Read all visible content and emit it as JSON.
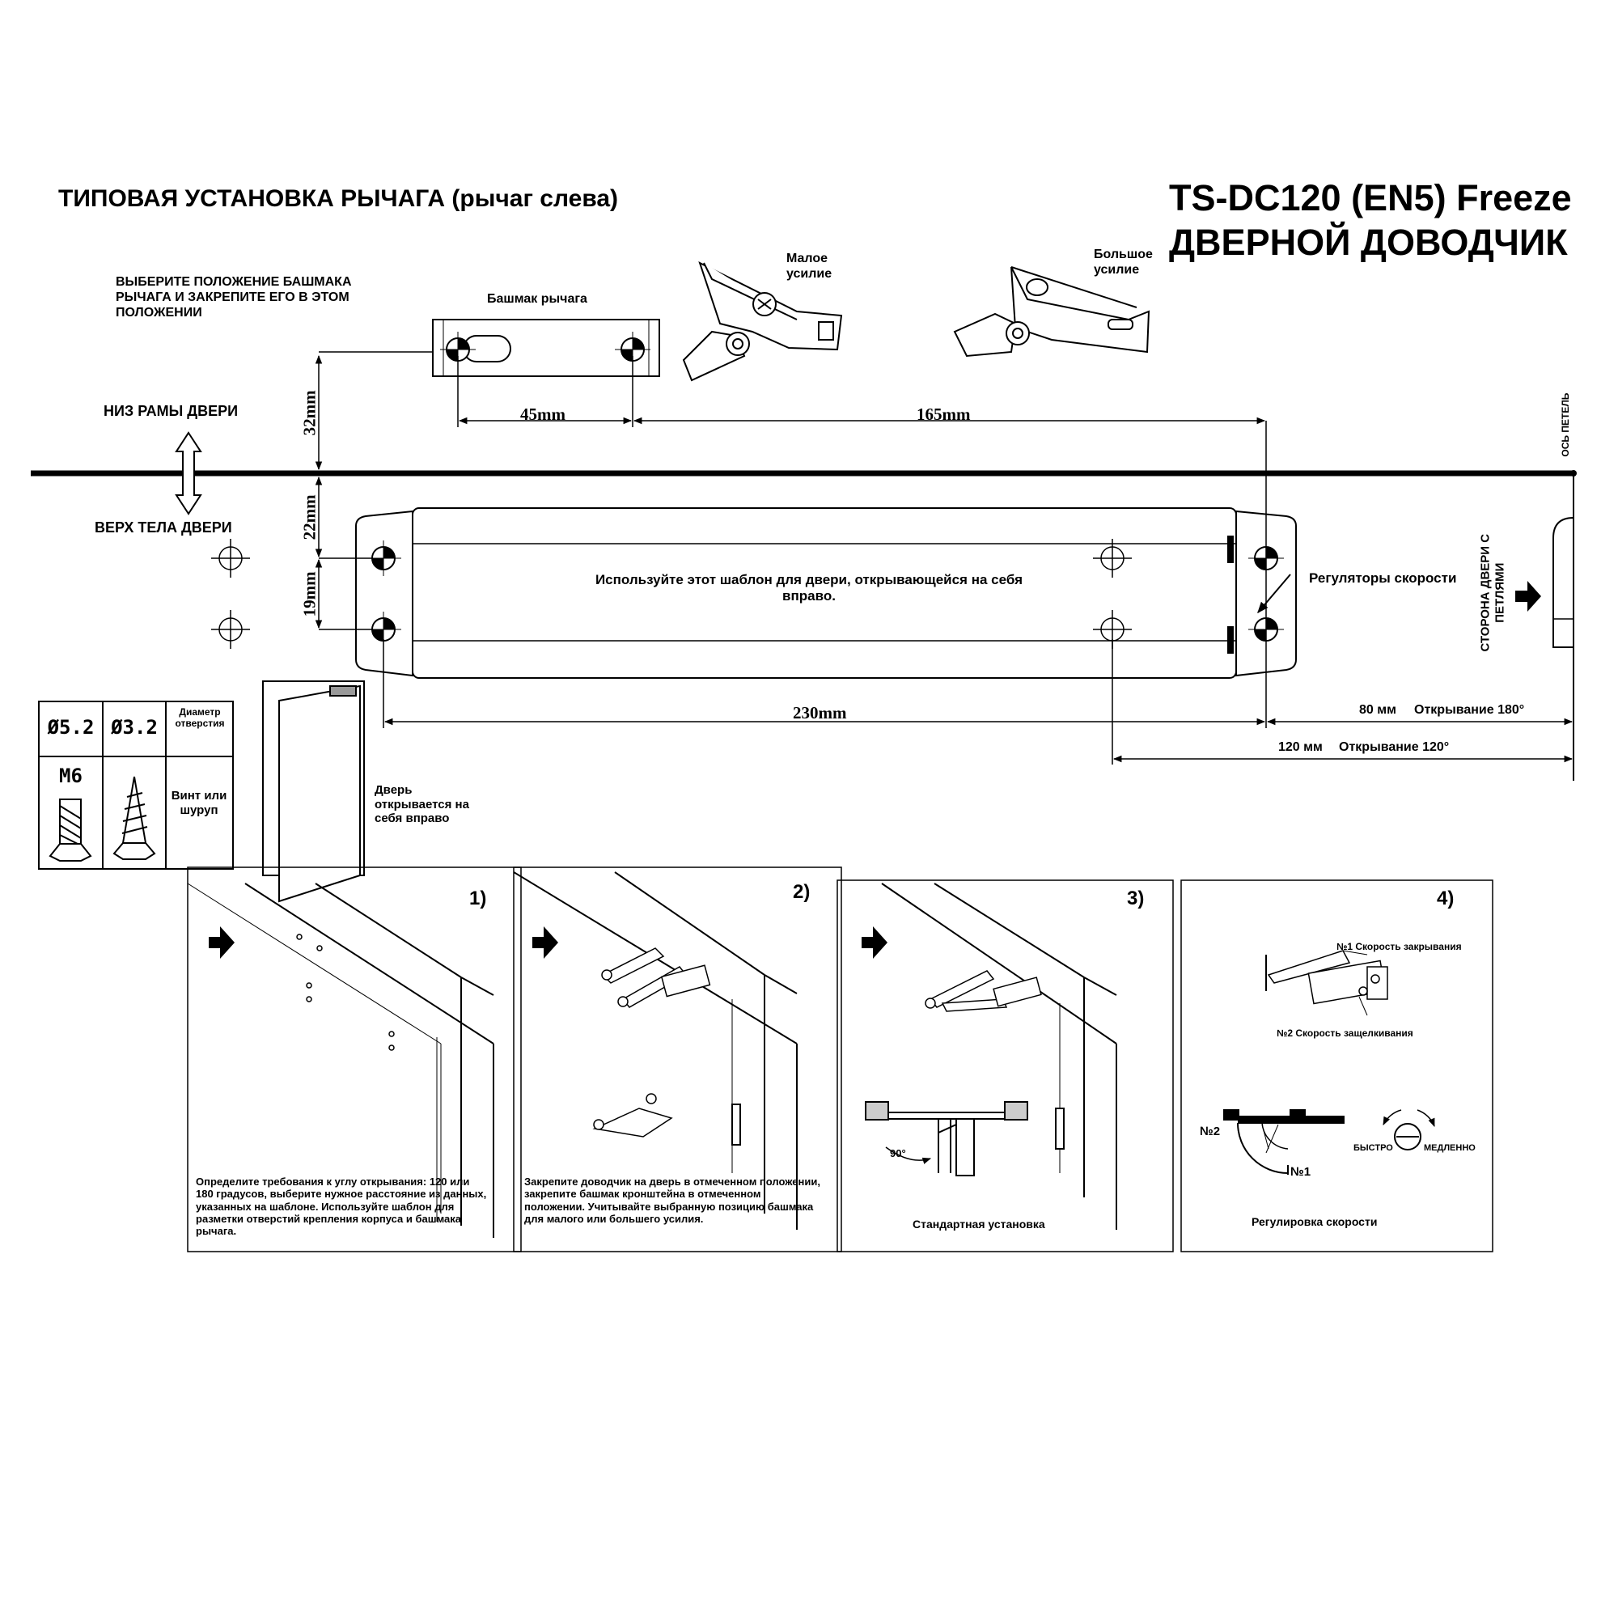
{
  "header": {
    "left_title": "ТИПОВАЯ УСТАНОВКА РЫЧАГА (рычаг слева)",
    "model": "TS-DC120 (EN5) Freeze",
    "product": "ДВЕРНОЙ ДОВОДЧИК"
  },
  "template": {
    "select_note": "ВЫБЕРИТЕ ПОЛОЖЕНИЕ БАШМАКА РЫЧАГА И ЗАКРЕПИТЕ ЕГО В ЭТОМ ПОЛОЖЕНИИ",
    "shoe_label": "Башмак рычага",
    "small_force": "Малое усилие",
    "large_force": "Большое усилие",
    "frame_bottom": "НИЗ РАМЫ ДВЕРИ",
    "door_top": "ВЕРХ ТЕЛА ДВЕРИ",
    "hinge_axis": "ОСЬ ПЕТЕЛЬ",
    "hinge_side": "СТОРОНА ДВЕРИ С ПЕТЛЯМИ",
    "body_note": "Используйте этот шаблон для двери, открывающейся на себя вправо.",
    "speed_regulators": "Регуляторы скорости",
    "door_opens": "Дверь открывается на себя вправо",
    "dims": {
      "d32": "32mm",
      "d22": "22mm",
      "d19": "19mm",
      "d45": "45mm",
      "d165": "165mm",
      "d230": "230mm",
      "d80": "80 мм",
      "open180": "Открывание 180°",
      "d120": "120 мм",
      "open120": "Открывание 120°"
    }
  },
  "hole_table": {
    "d1": "Ø5.2",
    "d2": "Ø3.2",
    "diameter_label": "Диаметр отверстия",
    "m6": "M6",
    "screw_label": "Винт или шуруп"
  },
  "steps": [
    {
      "num": "1)",
      "text": "Определите требования к углу открывания: 120 или 180 градусов, выберите нужное расстояние из данных, указанных на шаблоне. Используйте шаблон для разметки отверстий крепления корпуса и башмака рычага."
    },
    {
      "num": "2)",
      "text": "Закрепите доводчик на дверь в отмеченном положении, закрепите башмак кронштейна в отмеченном положении. Учитывайте выбранную позицию башмака для малого или большего усилия."
    },
    {
      "num": "3)",
      "caption": "Стандартная установка",
      "angle": "90°"
    },
    {
      "num": "4)",
      "caption": "Регулировка скорости",
      "speed1": "№1 Скорость закрывания",
      "speed2": "№2 Скорость защелкивания",
      "n2": "№2",
      "n1": "№1",
      "fast": "БЫСТРО",
      "slow": "МЕДЛЕННО"
    }
  ]
}
